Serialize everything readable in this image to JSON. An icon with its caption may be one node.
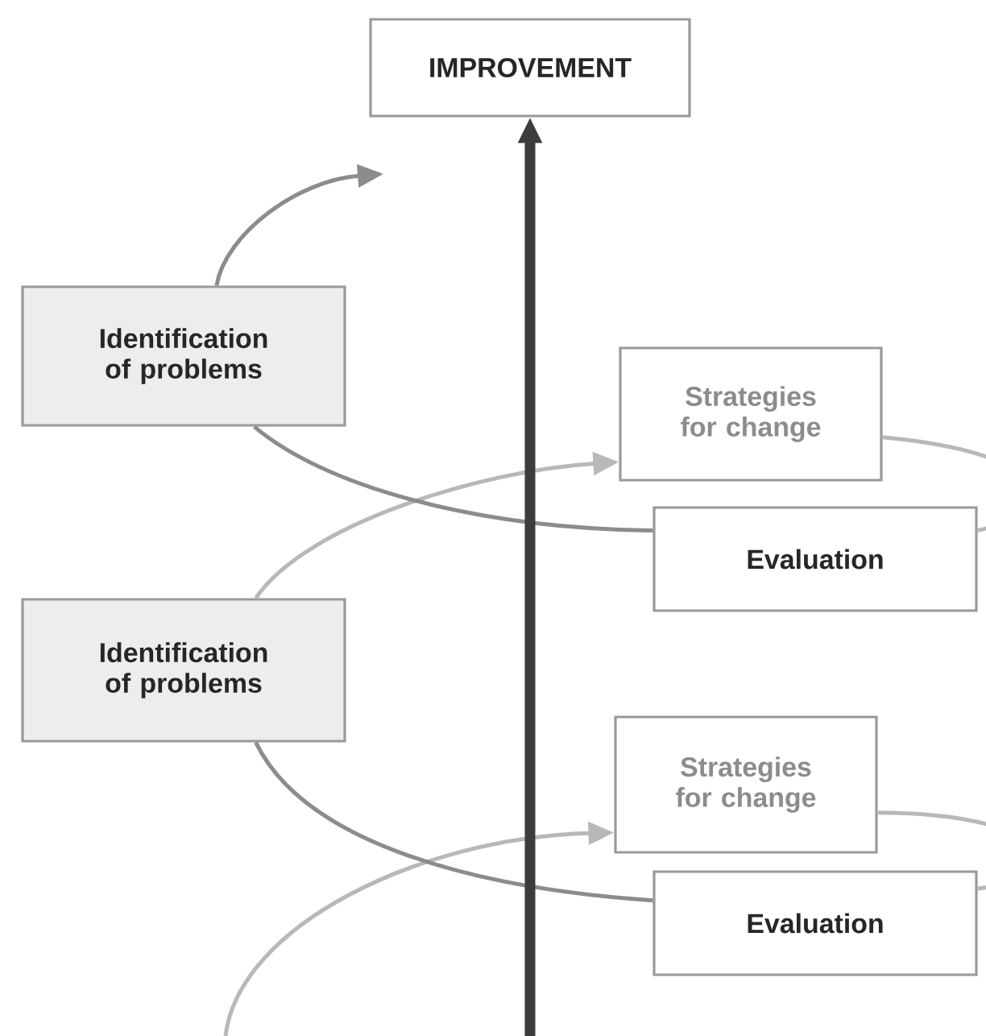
{
  "diagram": {
    "nodes": [
      {
        "text": [
          "IMPROVEMENT"
        ]
      },
      {
        "text": [
          "Identification of problems"
        ]
      },
      {
        "text": [
          "Strategies for change"
        ]
      },
      {
        "text": [
          "Evaluation"
        ]
      },
      {
        "text": [
          "Identification of problems"
        ]
      },
      {
        "text": [
          "Strategies for change"
        ]
      },
      {
        "text": [
          "Evaluation"
        ]
      }
    ],
    "edges": [
      {
        "from": null,
        "to": 5,
        "arrow": "to",
        "color": "#b8b8b8"
      },
      {
        "from": 5,
        "to": 6,
        "arrow": "none",
        "color": "#b8b8b8"
      },
      {
        "from": 6,
        "to": 4,
        "arrow": "none"
      },
      {
        "from": 4,
        "to": 2,
        "arrow": "to",
        "color": "#b8b8b8"
      },
      {
        "from": 2,
        "to": 3,
        "arrow": "none",
        "color": "#b8b8b8"
      },
      {
        "from": 3,
        "to": 1,
        "arrow": "none"
      },
      {
        "from": 1,
        "to": null,
        "arrow": "to"
      },
      {
        "from": null,
        "to": 0,
        "arrow": "to",
        "style": "thick",
        "color": "#3c3c3c"
      }
    ]
  }
}
